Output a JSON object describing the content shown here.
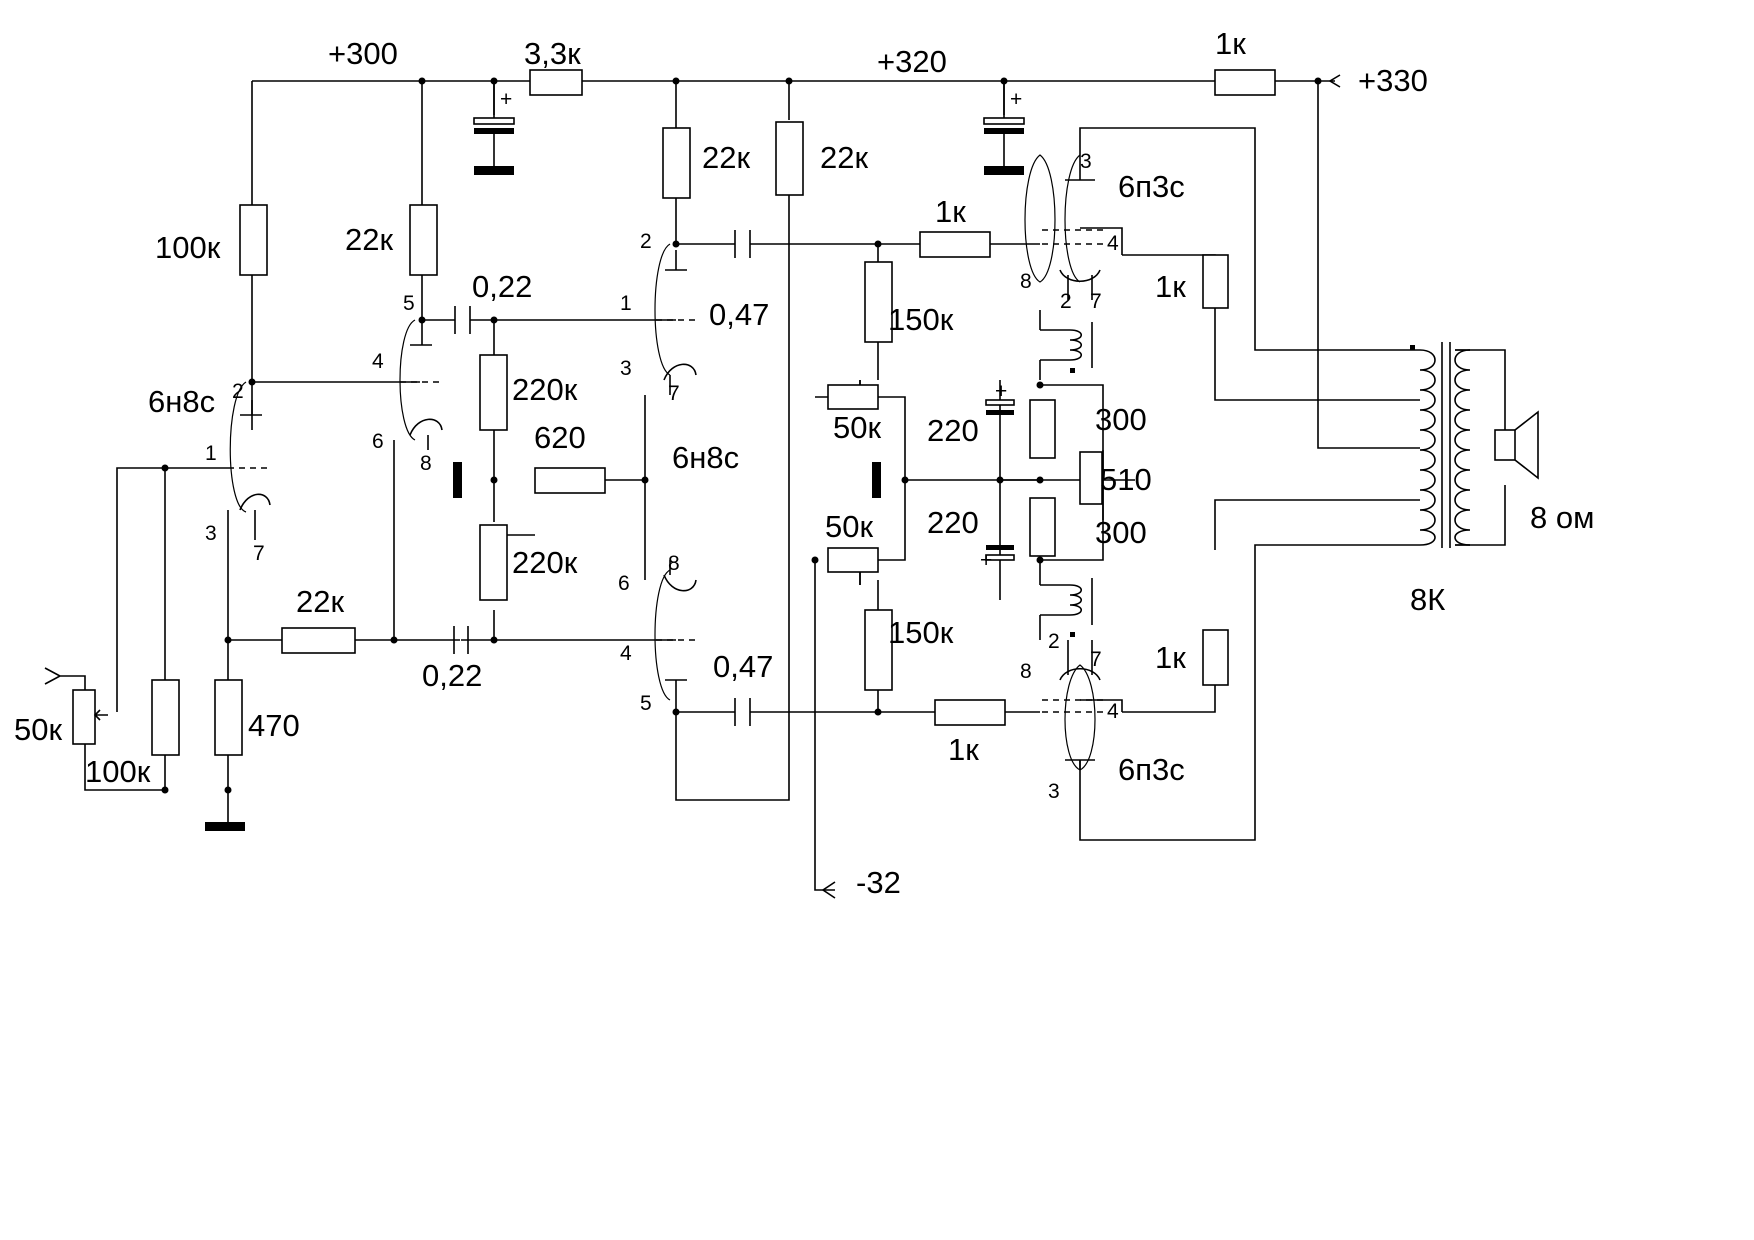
{
  "rails": {
    "v300": "+300",
    "v320": "+320",
    "v330": "+330",
    "vneg32": "-32"
  },
  "tubes": {
    "input_tube": "6н8с",
    "driver_tube": "6н8с",
    "output_upper": "6п3с",
    "output_lower": "6п3с"
  },
  "resistors": {
    "r_100k_anode": "100к",
    "r_22k_anode": "22к",
    "r_3k3_supply": "3,3к",
    "r_22k_drv_a": "22к",
    "r_22k_drv_b": "22к",
    "r_1k_supply": "1к",
    "r_1k_grid_upper": "1к",
    "r_1k_grid_lower": "1к",
    "r_150k_upper": "150к",
    "r_150k_lower": "150к",
    "r_1k_screen_upper": "1к",
    "r_1k_screen_lower": "1к",
    "r_220k_upper": "220к",
    "r_220k_lower": "220к",
    "r_620": "620",
    "r_22k_feedback": "22к",
    "r_100k_input": "100к",
    "r_470_cathode": "470",
    "r_300_upper": "300",
    "r_300_lower": "300"
  },
  "pots": {
    "pot_volume": "50к",
    "pot_bias_upper": "50к",
    "pot_bias_lower": "50к",
    "pot_balance": "510"
  },
  "capacitors": {
    "c_022_upper": "0,22",
    "c_022_lower": "0,22",
    "c_047_upper": "0,47",
    "c_047_lower": "0,47",
    "c_220_upper": "220",
    "c_220_lower": "220"
  },
  "transformer": {
    "label": "8К"
  },
  "speaker": {
    "label": "8 ом"
  },
  "pins": {
    "in_2": "2",
    "in_1": "1",
    "in_3": "3",
    "in_7": "7",
    "in_5": "5",
    "in_4": "4",
    "in_6": "6",
    "in_8": "8",
    "drv_2": "2",
    "drv_1": "1",
    "drv_3": "3",
    "drv_7": "7",
    "drv_6": "6",
    "drv_8": "8",
    "drv_4": "4",
    "drv_5": "5",
    "up_3": "3",
    "up_4": "4",
    "up_8": "8",
    "up_2": "2",
    "up_7": "7",
    "lo_2": "2",
    "lo_7": "7",
    "lo_8": "8",
    "lo_4": "4",
    "lo_3": "3"
  },
  "polarity": {
    "plus": "+"
  }
}
